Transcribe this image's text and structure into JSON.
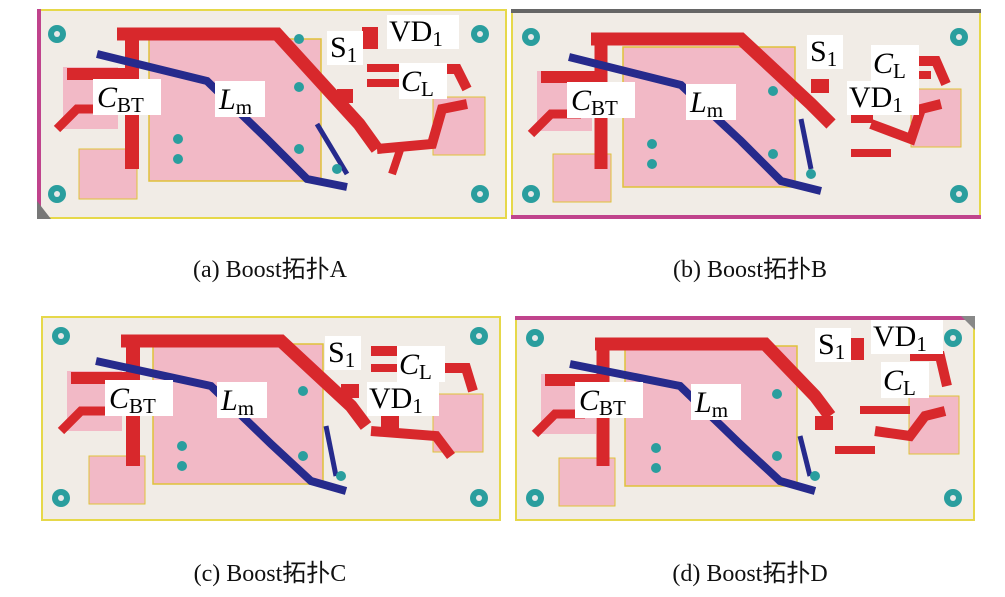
{
  "colors": {
    "board": "#f1ece6",
    "board_border": "#e6d84a",
    "edge": "#c0438c",
    "copper": "#d8282c",
    "pad_fill": "#f2b9c6",
    "blue_trace": "#262a8c",
    "silk": "#e0c23a",
    "via": "#2a9e9e",
    "label_bg": "#ffffff"
  },
  "panels": [
    {
      "id": "A",
      "caption": "(a) Boost拓扑A",
      "labels": {
        "c_bt": {
          "main": "C",
          "sub": "BT"
        },
        "l_m": {
          "main": "L",
          "sub": "m"
        },
        "s1": {
          "main": "S",
          "sub": "1"
        },
        "vd1": {
          "main": "VD",
          "sub": "1"
        },
        "c_l": {
          "main": "C",
          "sub": "L"
        }
      }
    },
    {
      "id": "B",
      "caption": "(b) Boost拓扑B",
      "labels": {
        "c_bt": {
          "main": "C",
          "sub": "BT"
        },
        "l_m": {
          "main": "L",
          "sub": "m"
        },
        "s1": {
          "main": "S",
          "sub": "1"
        },
        "c_l": {
          "main": "C",
          "sub": "L"
        },
        "vd1": {
          "main": "VD",
          "sub": "1"
        }
      }
    },
    {
      "id": "C",
      "caption": "(c) Boost拓扑C",
      "labels": {
        "c_bt": {
          "main": "C",
          "sub": "BT"
        },
        "l_m": {
          "main": "L",
          "sub": "m"
        },
        "s1": {
          "main": "S",
          "sub": "1"
        },
        "c_l": {
          "main": "C",
          "sub": "L"
        },
        "vd1": {
          "main": "VD",
          "sub": "1"
        }
      }
    },
    {
      "id": "D",
      "caption": "(d) Boost拓扑D",
      "labels": {
        "c_bt": {
          "main": "C",
          "sub": "BT"
        },
        "l_m": {
          "main": "L",
          "sub": "m"
        },
        "s1": {
          "main": "S",
          "sub": "1"
        },
        "vd1": {
          "main": "VD",
          "sub": "1"
        },
        "c_l": {
          "main": "C",
          "sub": "L"
        }
      }
    }
  ]
}
